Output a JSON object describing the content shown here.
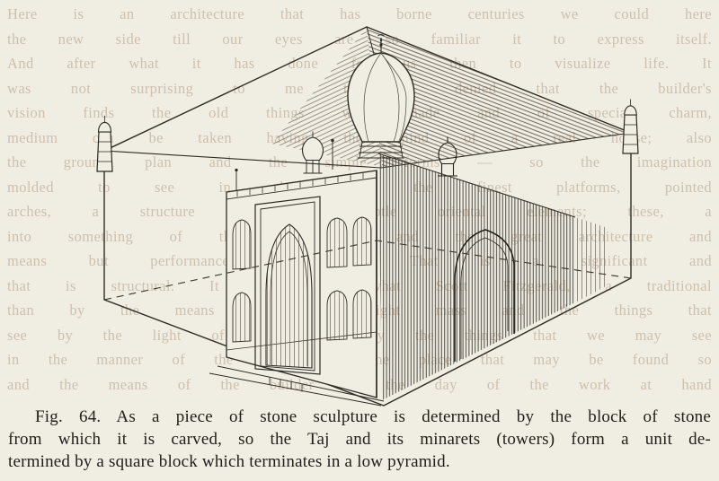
{
  "page": {
    "paper_color": "#f0ede3",
    "ink_color": "#2e2b25",
    "ghost_ink_color": "#8a6a46"
  },
  "figure": {
    "number": "Fig. 64",
    "subject": "Line drawing of the Taj Mahal and its minarets enclosed in a square block which terminates in a low pyramid",
    "parts": {
      "block": "square block drawn in perspective",
      "pyramid": "low pyramid terminating the block",
      "dome": "central onion dome with finial",
      "portal": "central pointed-arch iwan portal",
      "minaret_left": "minaret at left corner of the block",
      "minaret_right": "minaret at right corner of the block",
      "hidden_edges": "dashed hidden construction edges",
      "shadow_side": "hatched shaded right face of the Taj"
    }
  },
  "caption": {
    "lines": [
      "Fig. 64.  As a piece of stone sculpture is determined by the block of stone",
      "from which it is carved, so the Taj and its minarets (towers) form a unit de-",
      "termined by a square block which terminates in a low pyramid."
    ]
  },
  "ghost_text": {
    "note": "faint show-through of printed text from the reverse side of the page",
    "lines": [
      "Here is an architecture that has borne centuries we could here",
      "the new side till our eyes are so familiar it to express itself.",
      "And after what it has done for us then to visualize life. It",
      "was not surprising to me to see denied that the builder's",
      "vision finds the old things well made and of special charm,",
      "medium can be taken having the mind of a real house; also",
      "the ground plan and the simple forms — so the imagination",
      "molded to see in the parts the finest platforms, pointed",
      "arches, a structure born of subtle oriental elements; these, a",
      "into something of the old days and the great architecture and",
      "means but performance of things. That is a significant and",
      "that is structural. It was just what Scott Fitzgerald, a traditional",
      "than by the means of the straight mass and the things that",
      "see by the light of the later day the things that we may see",
      "in the manner of the time and the place that may be found so",
      "and the means of the builder in the day of the work at hand"
    ]
  }
}
